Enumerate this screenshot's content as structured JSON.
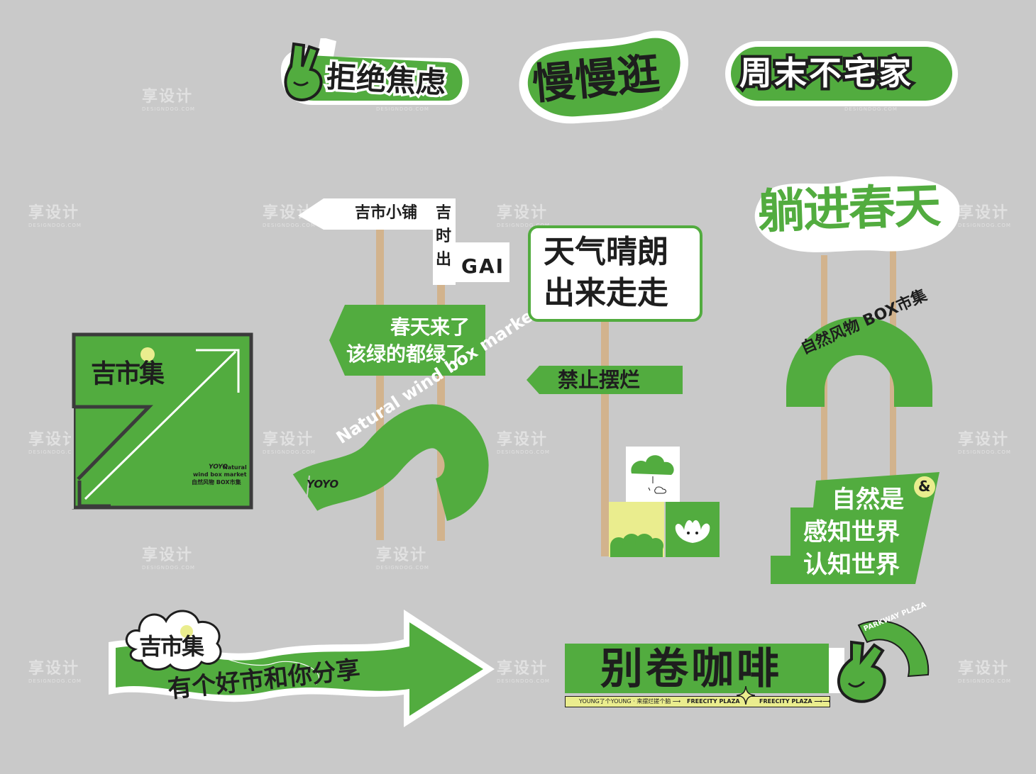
{
  "colors": {
    "green": "#52ac3f",
    "dark": "#1e1e1e",
    "white": "#ffffff",
    "pole": "#d2b38d",
    "yellow": "#eaed8e",
    "background": "#c9c9c9"
  },
  "watermark": {
    "text": "享设计",
    "sub": "DESIGNDOG.COM"
  },
  "badges": {
    "refuse_anxiety": "拒绝焦虑",
    "stroll_slowly": "慢慢逛",
    "weekend_out": "周末不宅家"
  },
  "pole_signs": {
    "shop_name": "吉市小铺",
    "vertical": [
      "吉",
      "时",
      "出"
    ],
    "gai": "GAI",
    "spring_line1": "春天来了",
    "spring_line2": "该绿的都绿了",
    "snake_text": "Natural wind box market",
    "snake_logo": "YOYO"
  },
  "weather_sign": {
    "line1": "天气晴朗",
    "line2": "出来走走",
    "no_rot": "禁止摆烂"
  },
  "arrow_sign": {
    "logo": "吉市集",
    "small_logo": "YOYO",
    "small_line1": "Natural",
    "small_line2": "wind  box market",
    "small_line3": "自然风物  BOX市集"
  },
  "spring_cloud": {
    "title": "躺进春天",
    "arch": "自然风物 BOX市集",
    "amp": "&",
    "line1": "自然是",
    "line2": "感知世界",
    "line3": "认知世界"
  },
  "banner_left": {
    "logo": "吉市集",
    "text": "有个好市和你分享"
  },
  "banner_right": {
    "title": "别卷咖啡",
    "ticker1": "YOUNG了个YOUNG · 来摆烂搓个脑 ⟶",
    "ticker2": "FREECITY PLAZA",
    "ticker3": "FREECITY PLAZA ⟶⟶",
    "badge": "PARKWAY PLAZA"
  }
}
